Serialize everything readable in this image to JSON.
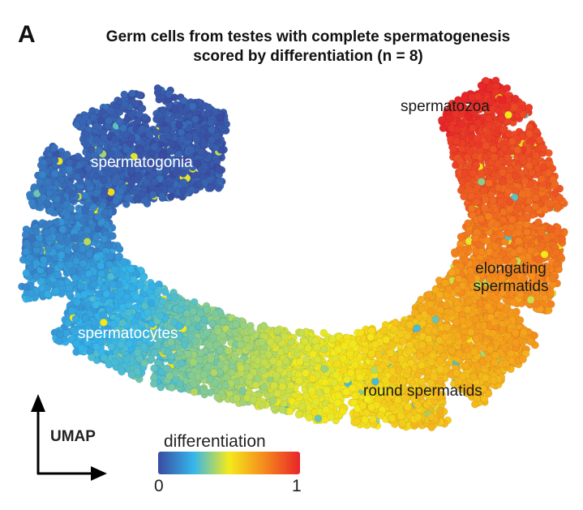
{
  "panel_label": "A",
  "chart_data": {
    "type": "scatter",
    "title_line1": "Germ cells from testes with complete spermatogenesis",
    "title_line2": "scored by differentiation (n = 8)",
    "axis_label": "UMAP",
    "colorbar": {
      "title": "differentiation",
      "min_label": "0",
      "max_label": "1",
      "range": [
        0,
        1
      ],
      "colors": [
        "#3a4ba1",
        "#35b6ec",
        "#f4ea1b",
        "#f58a1d",
        "#e8242a"
      ]
    },
    "clusters": [
      {
        "label": "spermatogonia",
        "differentiation": 0.05
      },
      {
        "label": "spermatocytes",
        "differentiation": 0.22
      },
      {
        "label": "round spermatids",
        "differentiation": 0.6
      },
      {
        "label": "elongating spermatids",
        "differentiation": 0.8
      },
      {
        "label": "spermatozoa",
        "differentiation": 0.97
      }
    ]
  }
}
